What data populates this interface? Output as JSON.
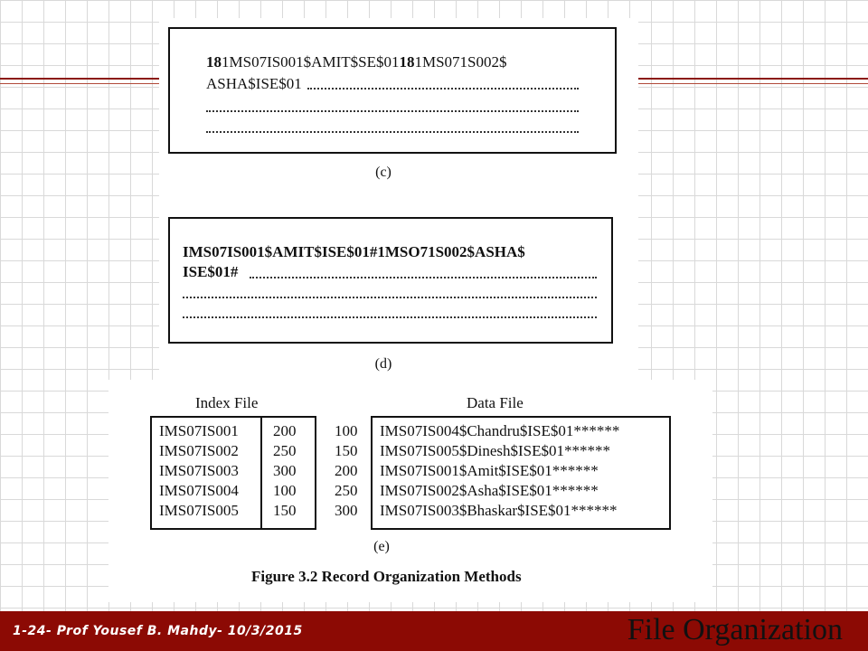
{
  "figure": {
    "c": {
      "line1_parts": [
        {
          "text": "18",
          "bold": true
        },
        {
          "text": "1MS07IS001$AMIT$SE$01",
          "bold": false
        },
        {
          "text": "18",
          "bold": true
        },
        {
          "text": "1MS071S002$",
          "bold": false
        }
      ],
      "line2": "ASHA$ISE$01",
      "label": "(c)"
    },
    "d": {
      "line1": "IMS07IS001$AMIT$ISE$01#1MSO71S002$ASHA$",
      "line2": "ISE$01#",
      "label": "(d)"
    },
    "e": {
      "index_title": "Index File",
      "data_title": "Data File",
      "index_rows": [
        {
          "key": "IMS07IS001",
          "addr": "200"
        },
        {
          "key": "IMS07IS002",
          "addr": "250"
        },
        {
          "key": "IMS07IS003",
          "addr": "300"
        },
        {
          "key": "IMS07IS004",
          "addr": "100"
        },
        {
          "key": "IMS07IS005",
          "addr": "150"
        }
      ],
      "data_rows": [
        {
          "offset": "100",
          "record": "IMS07IS004$Chandru$ISE$01******"
        },
        {
          "offset": "150",
          "record": "IMS07IS005$Dinesh$ISE$01******"
        },
        {
          "offset": "200",
          "record": "IMS07IS001$Amit$ISE$01******"
        },
        {
          "offset": "250",
          "record": "IMS07IS002$Asha$ISE$01******"
        },
        {
          "offset": "300",
          "record": "IMS07IS003$Bhaskar$ISE$01******"
        }
      ],
      "label": "(e)"
    },
    "caption": "Figure 3.2  Record Organization Methods"
  },
  "footer": {
    "left": "1-24- Prof  Yousef  B. Mahdy- 10/3/2015",
    "right": "File Organization",
    "bg_color": "#8c0a04"
  }
}
